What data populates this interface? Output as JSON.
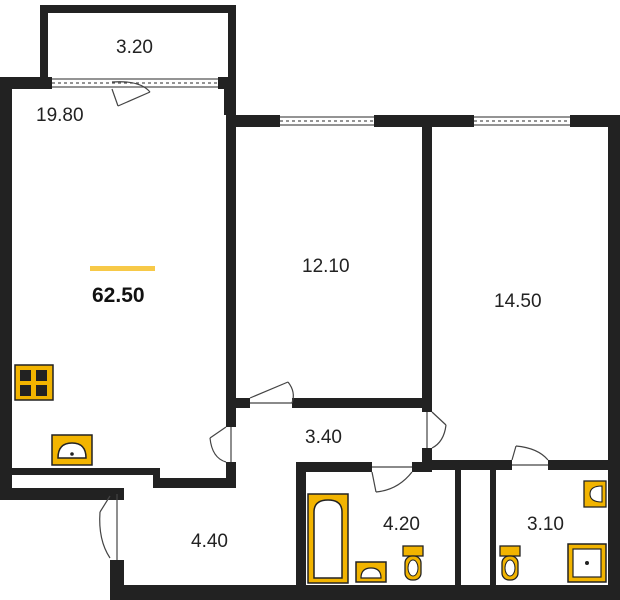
{
  "plan": {
    "total_area": "62.50",
    "rooms": {
      "balcony": "3.20",
      "kitchen_living": "19.80",
      "bedroom_1": "12.10",
      "bedroom_2": "14.50",
      "hall": "3.40",
      "corridor": "4.40",
      "bathroom": "4.20",
      "toilet_room": "3.10"
    }
  },
  "colors": {
    "wall": "#222222",
    "fixture": "#f2b400",
    "accent_bar": "#f7c948",
    "background": "#ffffff"
  }
}
